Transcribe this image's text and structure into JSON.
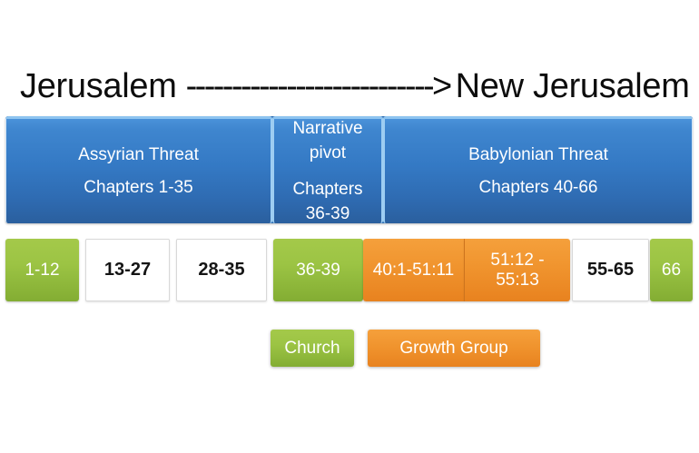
{
  "slide": {
    "background_color": "#ffffff",
    "title": {
      "left_label": "Jerusalem",
      "arrow": "--------------------------->",
      "right_label": "New Jerusalem"
    },
    "band": {
      "color": "#3479c4",
      "segments": [
        {
          "name": "assyrian",
          "line1": "Assyrian Threat",
          "line2": "Chapters 1-35"
        },
        {
          "name": "pivot",
          "line1": "Narrative",
          "line2": "pivot",
          "line3": "Chapters",
          "line4": "36-39"
        },
        {
          "name": "babylonian",
          "line1": "Babylonian Threat",
          "line2": "Chapters 40-66"
        }
      ]
    },
    "blocks": [
      {
        "label": "1-12",
        "style": "green"
      },
      {
        "label": "13-27",
        "style": "white"
      },
      {
        "label": "28-35",
        "style": "white"
      },
      {
        "label": "36-39",
        "style": "green"
      },
      {
        "label": "40:1-51:11",
        "style": "orange"
      },
      {
        "label_line1": "51:12 -",
        "label_line2": "55:13",
        "style": "orange"
      },
      {
        "label": "55-65",
        "style": "white"
      },
      {
        "label": "66",
        "style": "green"
      }
    ],
    "legend": {
      "church_label": "Church",
      "church_color": "#9cc444",
      "growth_label": "Growth Group",
      "growth_color": "#f0942e"
    }
  }
}
